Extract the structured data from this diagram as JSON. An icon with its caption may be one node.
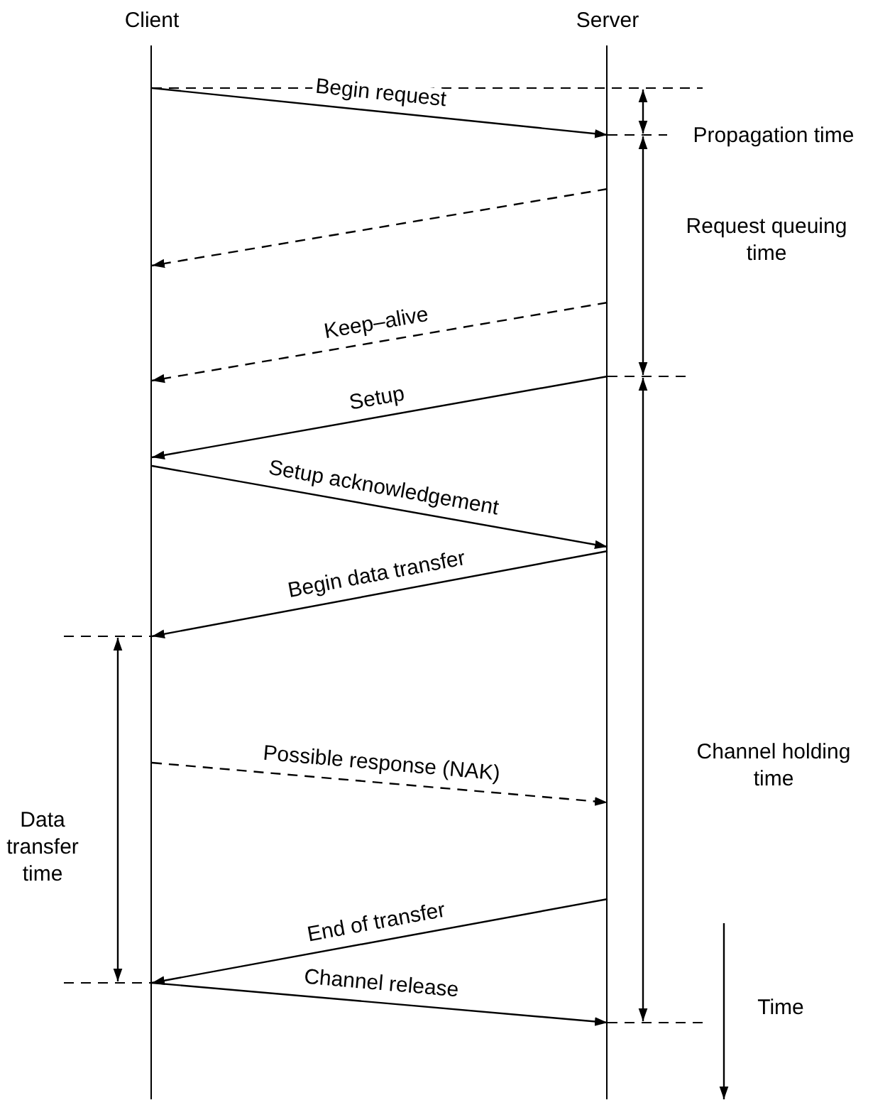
{
  "diagram": {
    "nodes": [
      {
        "text": [
          "Client"
        ]
      },
      {
        "text": [
          "Server"
        ]
      }
    ],
    "edges": [
      {
        "from": 0,
        "to": 1,
        "arrow": "to",
        "label": "Begin request"
      },
      {
        "from": 1,
        "to": 0,
        "arrow": "to",
        "style": "dashed"
      },
      {
        "from": 1,
        "to": 0,
        "arrow": "to",
        "style": "dashed",
        "label": "Keep–alive"
      },
      {
        "from": 1,
        "to": 0,
        "arrow": "to",
        "label": "Setup"
      },
      {
        "from": 0,
        "to": 1,
        "arrow": "to",
        "label": "Setup acknowledgement"
      },
      {
        "from": 1,
        "to": 0,
        "arrow": "to",
        "label": "Begin data transfer"
      },
      {
        "from": 0,
        "to": 1,
        "arrow": "to",
        "style": "dashed",
        "label": "Possible response (NAK)"
      },
      {
        "from": 1,
        "to": 0,
        "arrow": "to",
        "label": "End of transfer"
      },
      {
        "from": 0,
        "to": 1,
        "arrow": "to",
        "label": "Channel release"
      }
    ],
    "labels": [
      "Propagation time",
      "Request queuing time",
      "Channel holding time",
      "Data transfer time",
      "Time"
    ]
  }
}
